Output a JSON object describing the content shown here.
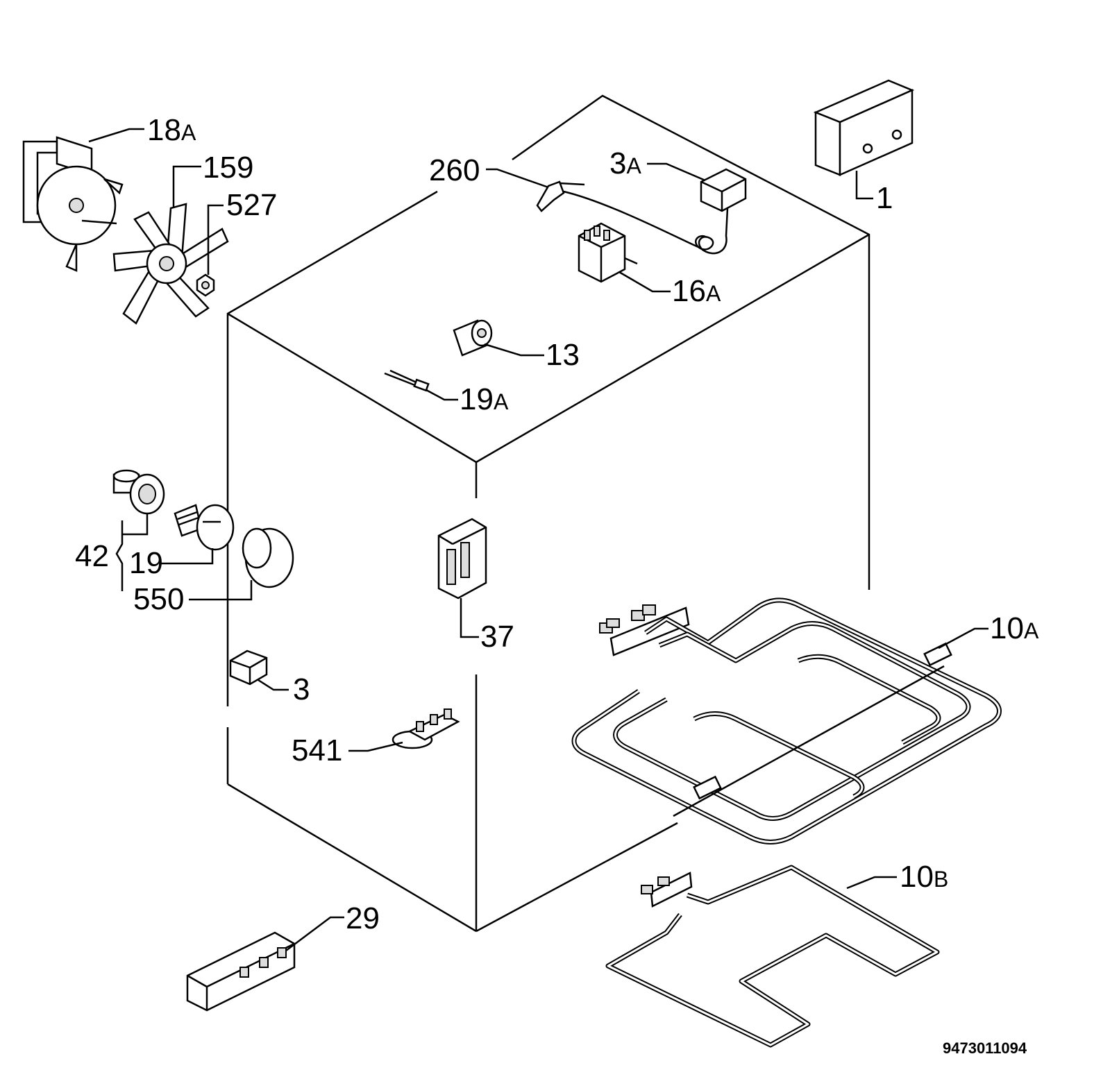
{
  "diagram": {
    "part_code": "9473011094",
    "parts": [
      {
        "id": "p-1",
        "ref": "1",
        "suffix": ""
      },
      {
        "id": "p-3a",
        "ref": "3",
        "suffix": "A"
      },
      {
        "id": "p-260",
        "ref": "260",
        "suffix": ""
      },
      {
        "id": "p-16a",
        "ref": "16",
        "suffix": "A"
      },
      {
        "id": "p-13",
        "ref": "13",
        "suffix": ""
      },
      {
        "id": "p-19a",
        "ref": "19",
        "suffix": "A"
      },
      {
        "id": "p-18a",
        "ref": "18",
        "suffix": "A"
      },
      {
        "id": "p-159",
        "ref": "159",
        "suffix": ""
      },
      {
        "id": "p-527",
        "ref": "527",
        "suffix": ""
      },
      {
        "id": "p-42",
        "ref": "42",
        "suffix": ""
      },
      {
        "id": "p-19",
        "ref": "19",
        "suffix": ""
      },
      {
        "id": "p-550",
        "ref": "550",
        "suffix": ""
      },
      {
        "id": "p-37",
        "ref": "37",
        "suffix": ""
      },
      {
        "id": "p-3",
        "ref": "3",
        "suffix": ""
      },
      {
        "id": "p-541",
        "ref": "541",
        "suffix": ""
      },
      {
        "id": "p-10a",
        "ref": "10",
        "suffix": "A"
      },
      {
        "id": "p-10b",
        "ref": "10",
        "suffix": "B"
      },
      {
        "id": "p-29",
        "ref": "29",
        "suffix": ""
      }
    ]
  }
}
